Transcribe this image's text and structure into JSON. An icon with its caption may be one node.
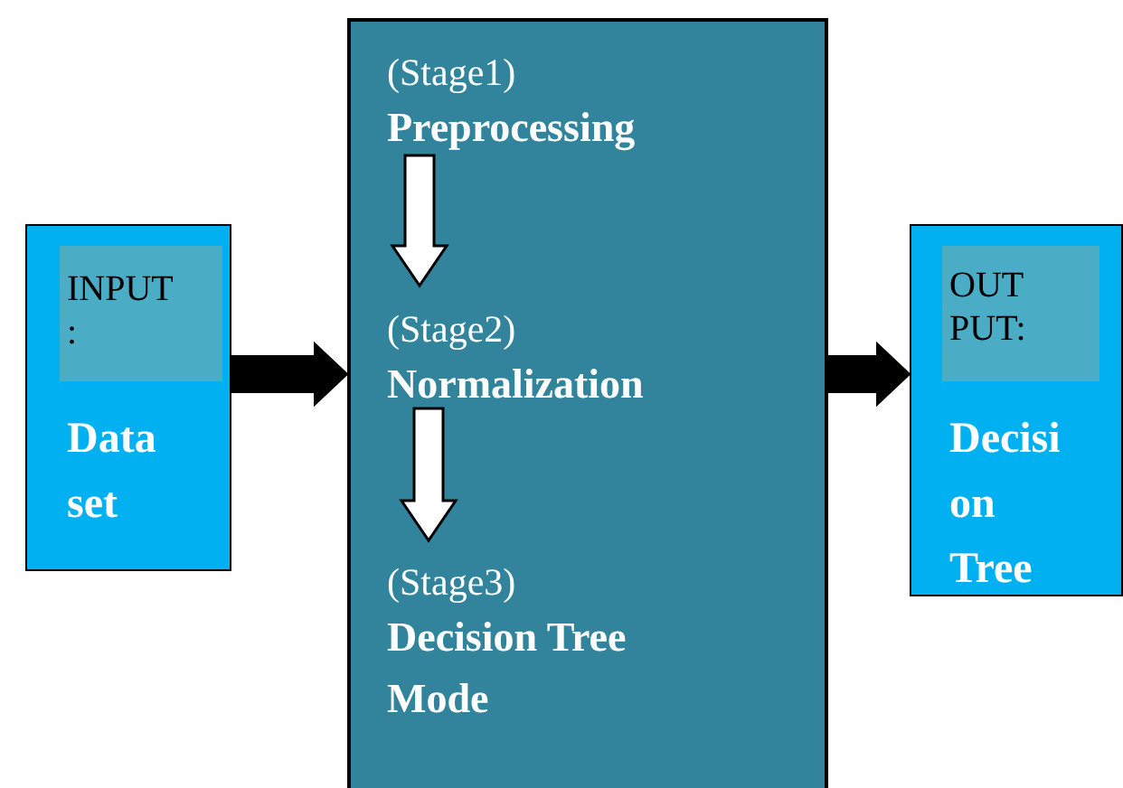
{
  "diagram": {
    "nodes": [
      {
        "text": [
          "INPUT :",
          "Data set"
        ]
      },
      {
        "text": [],
        "shape": "box"
      },
      {
        "text": [
          "(Stage1)",
          "Preprocessing"
        ],
        "in": 1
      },
      {
        "text": [
          "(Stage2)",
          "Normalization"
        ],
        "in": 1
      },
      {
        "text": [
          "(Stage3)",
          "Decision Tree Mode"
        ],
        "in": 1
      },
      {
        "text": [
          "OUT PUT:",
          "Decisi on Tree"
        ]
      }
    ],
    "edges": [
      {
        "from": 0,
        "to": 1,
        "arrow": "to",
        "style": "thick"
      },
      {
        "from": 2,
        "to": 3,
        "arrow": "to"
      },
      {
        "from": 3,
        "to": 4,
        "arrow": "to"
      },
      {
        "from": 1,
        "to": 5,
        "arrow": "to",
        "style": "thick"
      }
    ]
  }
}
